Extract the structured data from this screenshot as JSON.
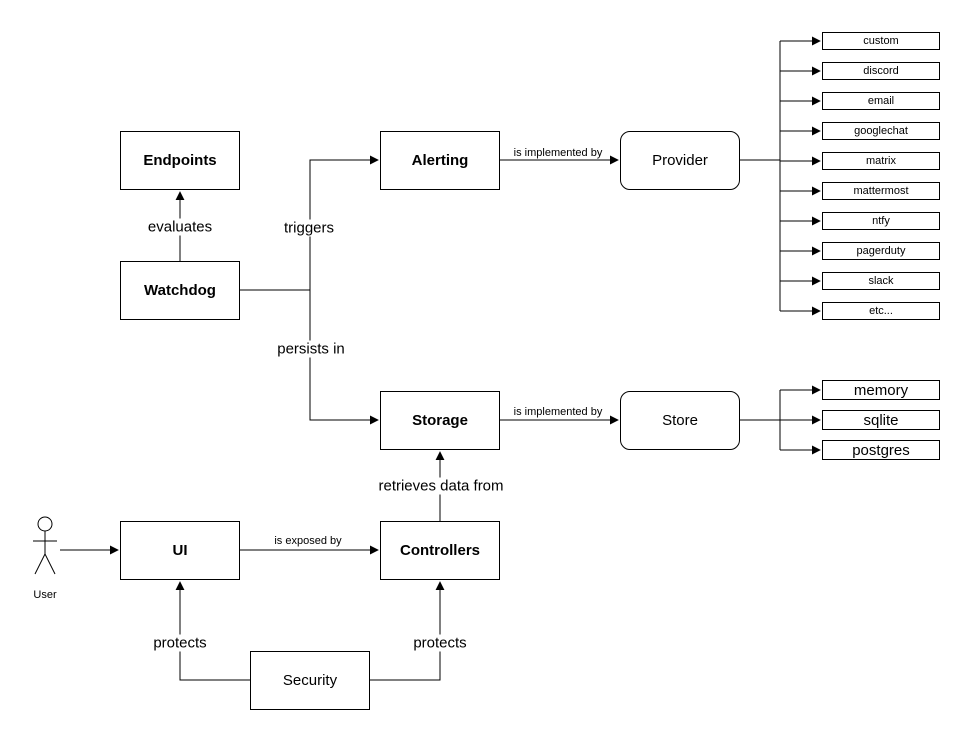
{
  "diagram": {
    "nodes": {
      "endpoints": "Endpoints",
      "watchdog": "Watchdog",
      "alerting": "Alerting",
      "storage": "Storage",
      "provider": "Provider",
      "store": "Store",
      "ui": "UI",
      "controllers": "Controllers",
      "security": "Security"
    },
    "edges": {
      "evaluates": "evaluates",
      "triggers": "triggers",
      "persists_in": "persists in",
      "alerting_impl": "is implemented by",
      "storage_impl": "is implemented by",
      "retrieves": "retrieves data from",
      "exposed": "is exposed by",
      "protects_ui": "protects",
      "protects_controllers": "protects"
    },
    "providers": [
      "custom",
      "discord",
      "email",
      "googlechat",
      "matrix",
      "mattermost",
      "ntfy",
      "pagerduty",
      "slack",
      "etc..."
    ],
    "stores": [
      "memory",
      "sqlite",
      "postgres"
    ],
    "actor": "User",
    "colors": {
      "line": "#000000",
      "node_border": "#000000",
      "node_fill": "#ffffff",
      "background": "#ffffff"
    }
  }
}
